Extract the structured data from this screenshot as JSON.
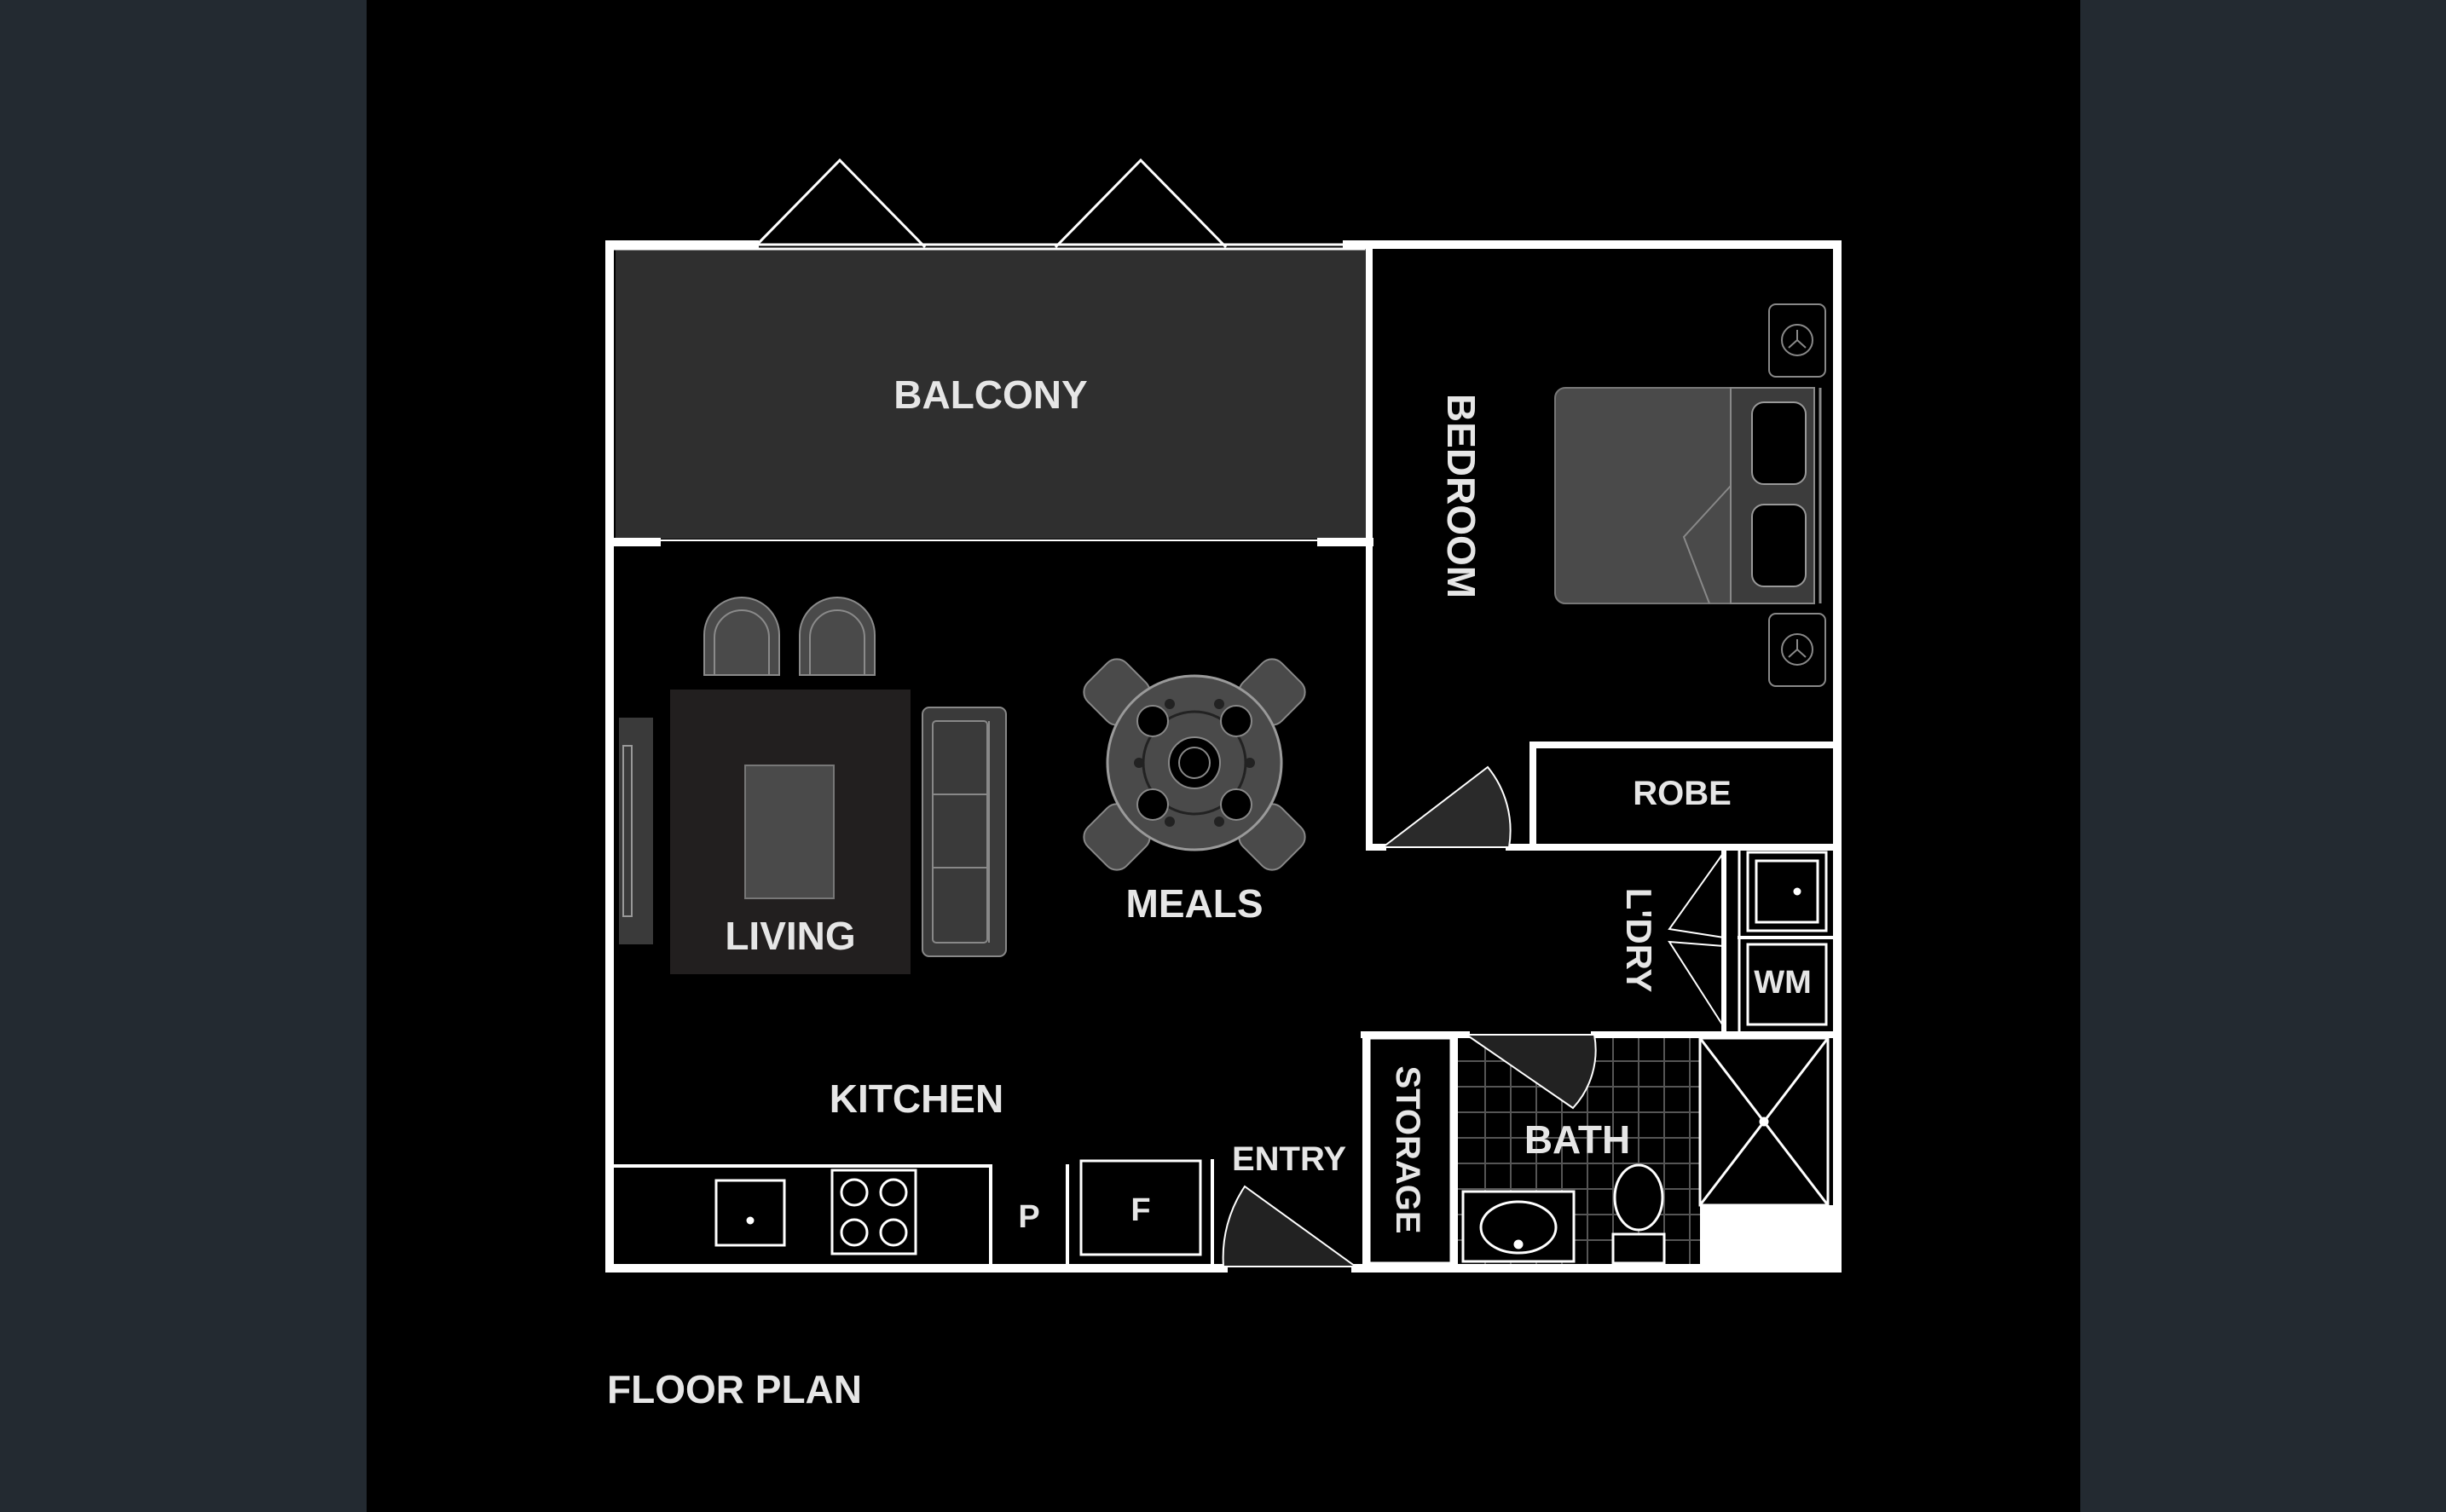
{
  "rooms": {
    "balcony": "BALCONY",
    "bedroom": "BEDROOM",
    "robe": "ROBE",
    "living": "LIVING",
    "meals": "MEALS",
    "laundry": "L'DRY",
    "washing_machine": "WM",
    "kitchen": "KITCHEN",
    "entry": "ENTRY",
    "storage": "STORAGE",
    "bath": "BATH",
    "pantry": "P",
    "fridge": "F"
  },
  "caption": "FLOOR PLAN",
  "colors": {
    "outer_background": "#232a31",
    "plan_background": "#000000",
    "walls": "#ffffff",
    "balcony_fill": "#2f2f2f",
    "furniture_fill": "#4a4a4a",
    "rug_fill": "#221f1f",
    "label_text": "#e6e6e6"
  }
}
